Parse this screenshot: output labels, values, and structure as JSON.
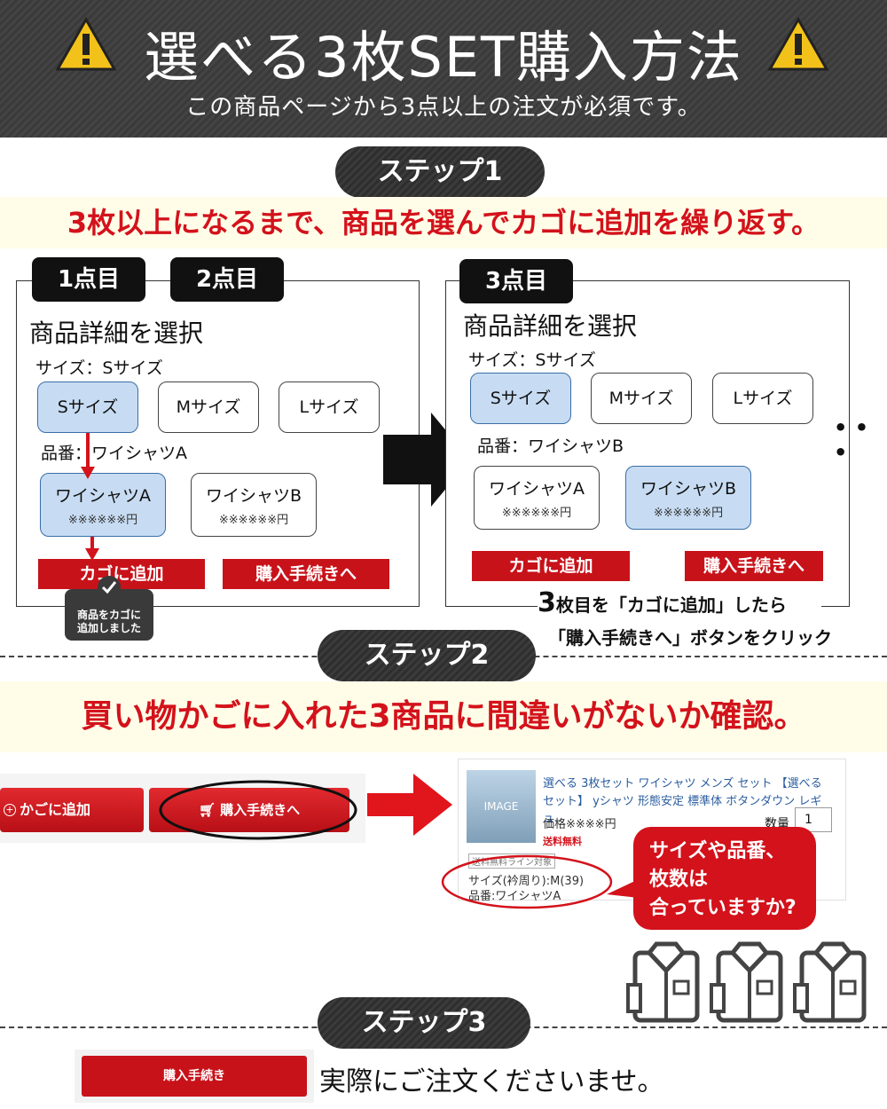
{
  "header": {
    "title": "選べる3枚SET購入方法",
    "subtitle": "この商品ページから3点以上の注文が必須です。"
  },
  "step1": {
    "pill": "ステップ1",
    "banner": "3枚以上になるまで、商品を選んでカゴに追加を繰り返す。",
    "tag1": "1点目",
    "tag2": "2点目",
    "tag3": "3点目",
    "panel_title": "商品詳細を選択",
    "size_label": "サイズ：Sサイズ",
    "sizes": [
      "Sサイズ",
      "Mサイズ",
      "Lサイズ"
    ],
    "hinban_label": "品番：ワイシャツA",
    "hinban_label_right": "品番：ワイシャツB",
    "products": [
      {
        "name": "ワイシャツA",
        "price": "※※※※※※円"
      },
      {
        "name": "ワイシャツB",
        "price": "※※※※※※円"
      }
    ],
    "add_cart": "カゴに追加",
    "checkout": "購入手続きへ",
    "added_tip_line1": "商品をカゴに",
    "added_tip_line2": "追加しました",
    "ellipsis": "• • •",
    "note_num": "3",
    "note_line1": "枚目を「カゴに追加」したら",
    "note_line2": "「購入手続きへ」ボタンをクリック"
  },
  "step2": {
    "pill": "ステップ2",
    "banner": "買い物かごに入れた3商品に間違いがないか確認。",
    "add_cart": "かごに追加",
    "checkout": "購入手続きへ",
    "image_placeholder": "IMAGE",
    "product_title_line1": "選べる 3枚セット ワイシャツ メンズ セット 【選べる",
    "product_title_line2": "セット】 yシャツ 形態安定 標準体 ボタンダウン レギュ...",
    "price": "価格※※※※円",
    "qty_label": "数量",
    "qty_value": "1",
    "shipping_free": "送料無料",
    "shipping_line": "送料無料ライン対象",
    "variant_size": "サイズ(衿周り):M(39)",
    "variant_hinban": "品番:ワイシャツA",
    "bubble_line1": "サイズや品番、",
    "bubble_line2": "枚数は",
    "bubble_line3": "合っていますか?"
  },
  "step3": {
    "pill": "ステップ3",
    "button": "購入手続き",
    "text": "実際にご注文くださいませ。"
  },
  "colors": {
    "accent_red": "#c8121a",
    "selected_blue": "#c7dcf3",
    "banner_bg": "#fffde8",
    "dark_bg": "#3a3a3a"
  }
}
